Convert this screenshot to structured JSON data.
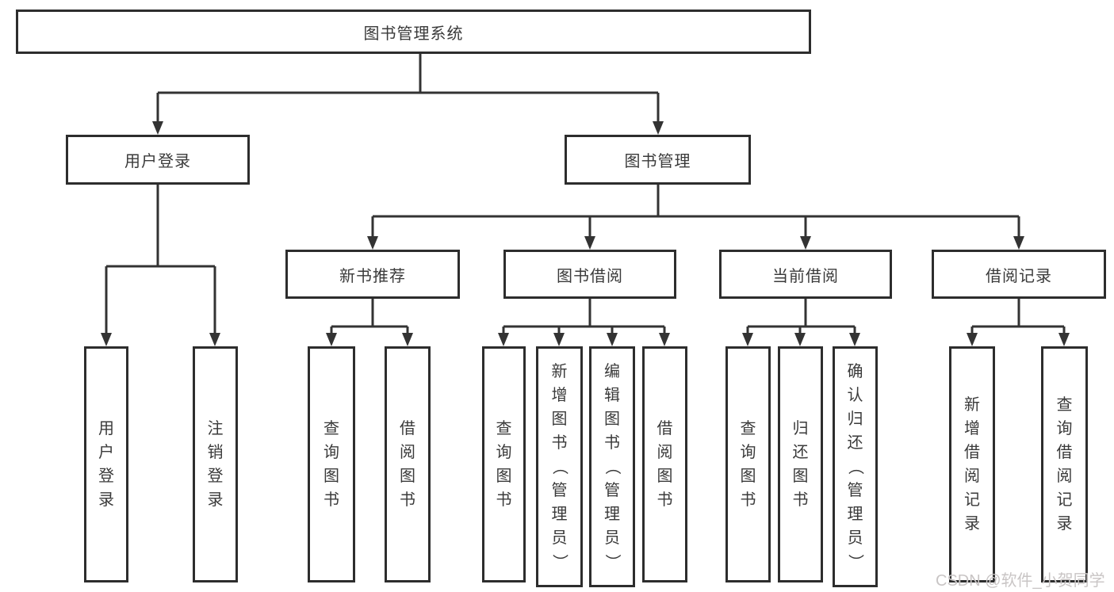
{
  "tree": {
    "root": {
      "label": "图书管理系统"
    },
    "user_login": {
      "label": "用户登录",
      "leaves": [
        "用户登录",
        "注销登录"
      ]
    },
    "book_mgmt": {
      "label": "图书管理"
    },
    "new_book_rec": {
      "label": "新书推荐",
      "leaves": [
        "查询图书",
        "借阅图书"
      ]
    },
    "book_borrow": {
      "label": "图书借阅",
      "leaves": [
        "查询图书",
        "新增图书（管理员）",
        "编辑图书（管理员）",
        "借阅图书"
      ]
    },
    "current_borrow": {
      "label": "当前借阅",
      "leaves": [
        "查询图书",
        "归还图书",
        "确认归还（管理员）"
      ]
    },
    "borrow_records": {
      "label": "借阅记录",
      "leaves": [
        "新增借阅记录",
        "查询借阅记录"
      ]
    }
  },
  "watermark": "CSDN @软件_小贺同学",
  "colors": {
    "line": "#333333",
    "box_border": "#2d2d2d",
    "text": "#3a3a3a",
    "background": "#ffffff",
    "watermark_text": "#c9c5c5"
  }
}
